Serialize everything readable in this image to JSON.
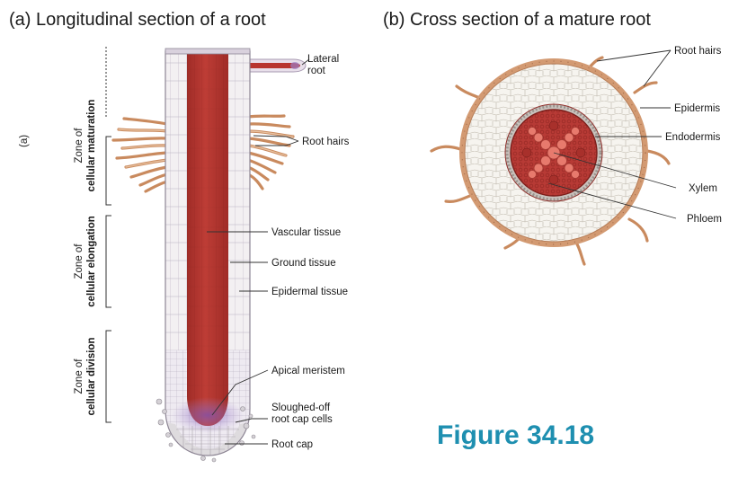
{
  "panel_a": {
    "title": "(a) Longitudinal section of a root",
    "marker": "(a)",
    "labels": {
      "lateral_root_1": "Lateral",
      "lateral_root_2": "root",
      "root_hairs": "Root hairs",
      "vascular_tissue": "Vascular tissue",
      "ground_tissue": "Ground tissue",
      "epidermal_tissue": "Epidermal tissue",
      "apical_meristem": "Apical meristem",
      "sloughed_1": "Sloughed-off",
      "sloughed_2": "root cap cells",
      "root_cap": "Root cap"
    },
    "zones": {
      "maturation_1": "Zone of",
      "maturation_2": "cellular maturation",
      "elongation_1": "Zone of",
      "elongation_2": "cellular elongation",
      "division_1": "Zone of",
      "division_2": "cellular division"
    }
  },
  "panel_b": {
    "title": "(b) Cross section of a mature root",
    "labels": {
      "root_hairs": "Root hairs",
      "epidermis": "Epidermis",
      "endodermis": "Endodermis",
      "xylem": "Xylem",
      "phloem": "Phloem"
    }
  },
  "figure_label": "Figure 34.18",
  "colors": {
    "vascular": "#b8352f",
    "epidermis": "#d39a72",
    "cortex": "#f4f1ec",
    "cell_line": "#b9b2a8",
    "figure_label": "#1e8fb0",
    "meristem": "#9c7fc6"
  }
}
